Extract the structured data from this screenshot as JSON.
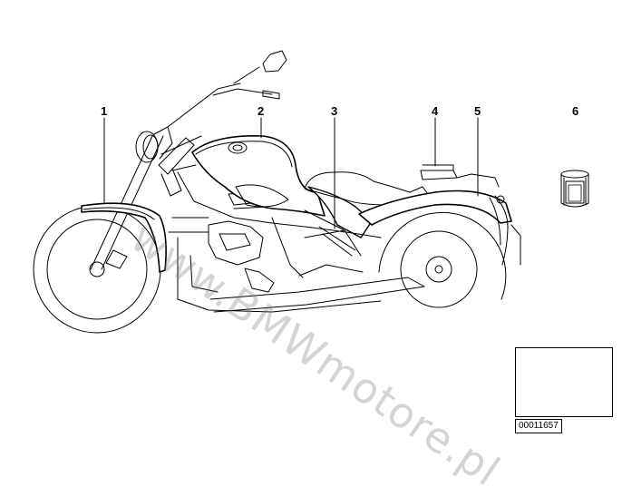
{
  "diagram": {
    "callouts": [
      {
        "id": "1",
        "label": "1"
      },
      {
        "id": "2",
        "label": "2"
      },
      {
        "id": "3",
        "label": "3"
      },
      {
        "id": "4",
        "label": "4"
      },
      {
        "id": "5",
        "label": "5"
      },
      {
        "id": "6",
        "label": "6"
      }
    ],
    "watermark": "www.BMWmotore.pl",
    "reference_number": "00011657"
  }
}
